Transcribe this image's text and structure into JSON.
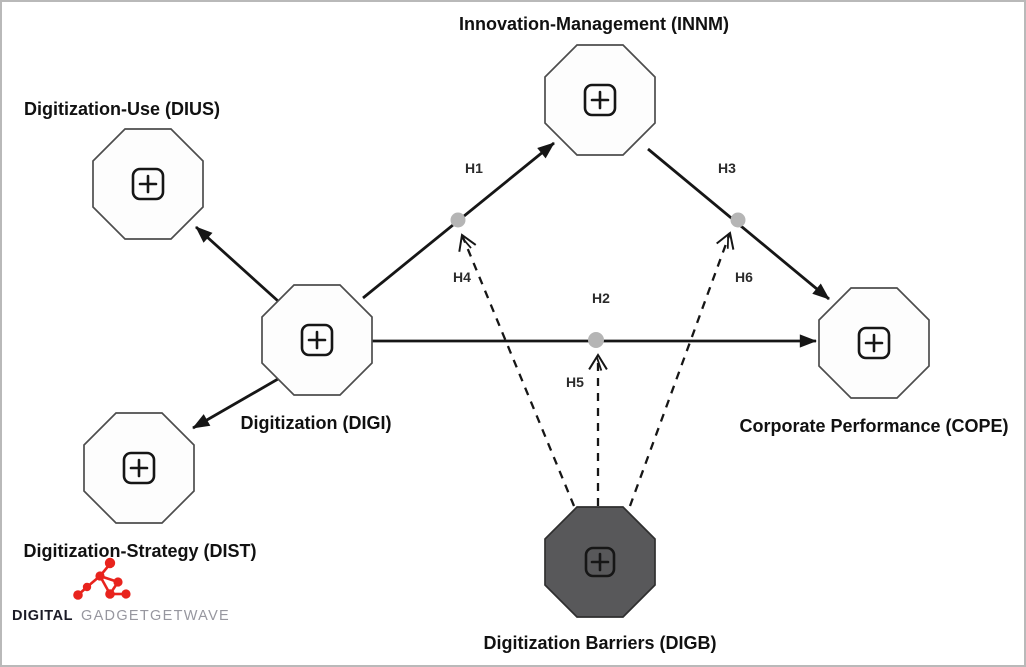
{
  "figure": {
    "type": "structural-equation-model-path-diagram",
    "nodes": {
      "innm": {
        "id": "INNM",
        "label": "Innovation-Management (INNM)"
      },
      "dius": {
        "id": "DIUS",
        "label": "Digitization-Use (DIUS)"
      },
      "digi": {
        "id": "DIGI",
        "label": "Digitization (DIGI)"
      },
      "dist": {
        "id": "DIST",
        "label": "Digitization-Strategy (DIST)"
      },
      "cope": {
        "id": "COPE",
        "label": "Corporate Performance (COPE)"
      },
      "digb": {
        "id": "DIGB",
        "label": "Digitization Barriers (DIGB)"
      }
    },
    "hypotheses": {
      "h1": "H1",
      "h2": "H2",
      "h3": "H3",
      "h4": "H4",
      "h5": "H5",
      "h6": "H6"
    },
    "edges": [
      {
        "from": "DIGI",
        "to": "DIUS",
        "style": "solid"
      },
      {
        "from": "DIGI",
        "to": "DIST",
        "style": "solid"
      },
      {
        "from": "DIGI",
        "to": "INNM",
        "style": "solid",
        "hypothesis": "H1"
      },
      {
        "from": "INNM",
        "to": "COPE",
        "style": "solid",
        "hypothesis": "H3"
      },
      {
        "from": "DIGI",
        "to": "COPE",
        "style": "solid",
        "hypothesis": "H2"
      },
      {
        "from": "DIGB",
        "to": "edge DIGI-INNM",
        "style": "dashed",
        "hypothesis": "H4"
      },
      {
        "from": "DIGB",
        "to": "edge DIGI-COPE",
        "style": "dashed",
        "hypothesis": "H5"
      },
      {
        "from": "DIGB",
        "to": "edge INNM-COPE",
        "style": "dashed",
        "hypothesis": "H6"
      }
    ],
    "colors": {
      "line": "#161616",
      "octagon_stroke": "#4d4d4d",
      "octagon_fill": "#fdfdfd",
      "barrier_fill": "#58585a",
      "moderation_dot": "#b5b5b5"
    }
  },
  "logo": {
    "brand_bold": "DIGITAL",
    "brand_light": "GADGETGETWAVE",
    "accent_color": "#e8231d"
  }
}
